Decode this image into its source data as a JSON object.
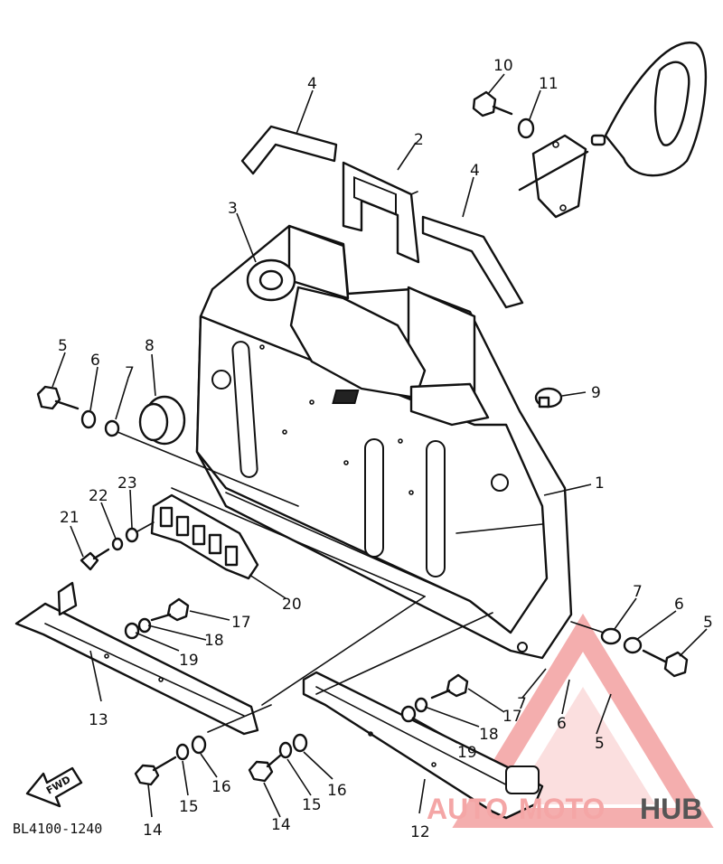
{
  "diagram_code": "BL4100-1240",
  "fwd_label": "FWD",
  "callouts": {
    "c1": "1",
    "c2": "2",
    "c3": "3",
    "c4a": "4",
    "c4b": "4",
    "c5a": "5",
    "c5b": "5",
    "c5c": "5",
    "c6a": "6",
    "c6b": "6",
    "c6c": "6",
    "c7a": "7",
    "c7b": "7",
    "c7c": "7",
    "c8": "8",
    "c9": "9",
    "c10": "10",
    "c11": "11",
    "c12": "12",
    "c13": "13",
    "c14a": "14",
    "c14b": "14",
    "c15a": "15",
    "c15b": "15",
    "c16a": "16",
    "c16b": "16",
    "c17a": "17",
    "c17b": "17",
    "c18a": "18",
    "c18b": "18",
    "c19a": "19",
    "c19b": "19",
    "c20": "20",
    "c21": "21",
    "c22": "22",
    "c23": "23"
  },
  "watermark": {
    "part1": "AUTO",
    "part2": "MOTO",
    "part3": "HUB",
    "color_main": "#f4a6a6",
    "color_hub": "#555555"
  }
}
